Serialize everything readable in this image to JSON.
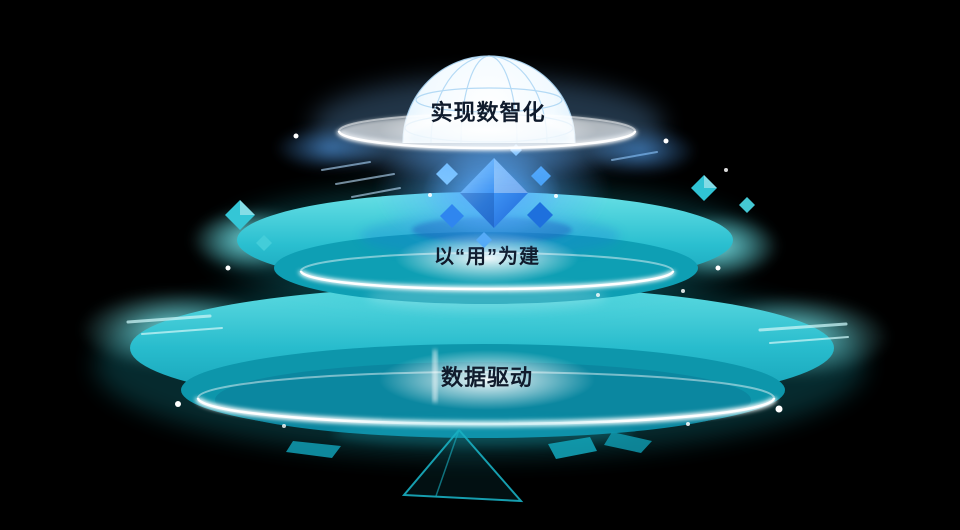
{
  "diagram": {
    "type": "layered-platform-pyramid",
    "tiers": [
      {
        "id": "top",
        "label": "实现数智化"
      },
      {
        "id": "middle",
        "label": "以“用”为建"
      },
      {
        "id": "bottom",
        "label": "数据驱动"
      }
    ],
    "colors": {
      "background": "#000000",
      "teal_light": "#6ee3e8",
      "teal": "#2cc0cf",
      "teal_dark": "#0d96ab",
      "crystal_blue": "#2f86ef",
      "dome_blue": "#b2d9f5",
      "band_white": "#ffffff",
      "label_text": "#101b2c"
    }
  }
}
